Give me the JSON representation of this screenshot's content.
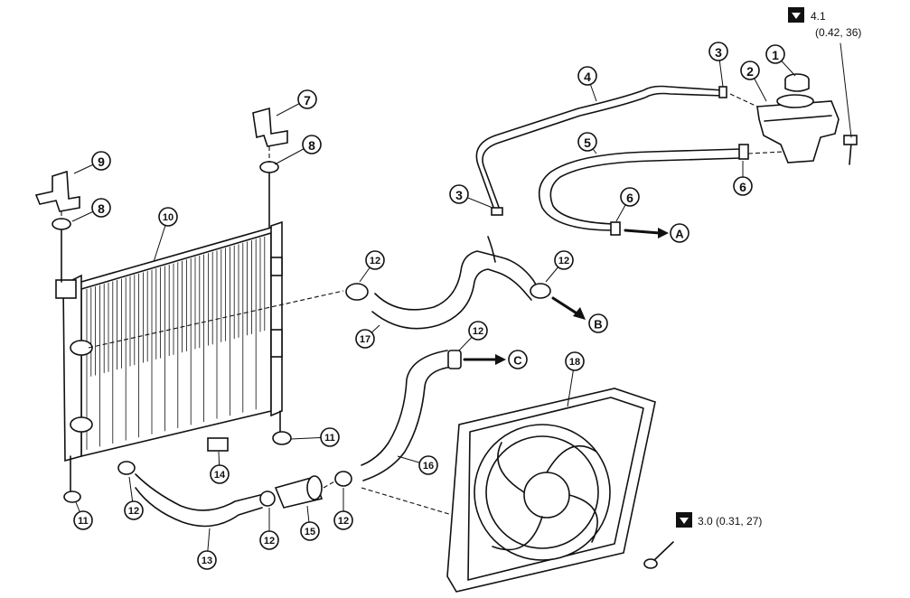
{
  "torque_specs": [
    {
      "value": "4.1",
      "sub": "(0.42, 36)"
    },
    {
      "value": "3.0 (0.31, 27)"
    }
  ],
  "callouts": [
    {
      "n": "1"
    },
    {
      "n": "2"
    },
    {
      "n": "3"
    },
    {
      "n": "3"
    },
    {
      "n": "4"
    },
    {
      "n": "5"
    },
    {
      "n": "6"
    },
    {
      "n": "6"
    },
    {
      "n": "7"
    },
    {
      "n": "8"
    },
    {
      "n": "8"
    },
    {
      "n": "9"
    },
    {
      "n": "10"
    },
    {
      "n": "11"
    },
    {
      "n": "11"
    },
    {
      "n": "12"
    },
    {
      "n": "12"
    },
    {
      "n": "12"
    },
    {
      "n": "12"
    },
    {
      "n": "12"
    },
    {
      "n": "12"
    },
    {
      "n": "13"
    },
    {
      "n": "14"
    },
    {
      "n": "15"
    },
    {
      "n": "16"
    },
    {
      "n": "17"
    },
    {
      "n": "18"
    }
  ],
  "destinations": [
    {
      "letter": "A"
    },
    {
      "letter": "B"
    },
    {
      "letter": "C"
    }
  ]
}
